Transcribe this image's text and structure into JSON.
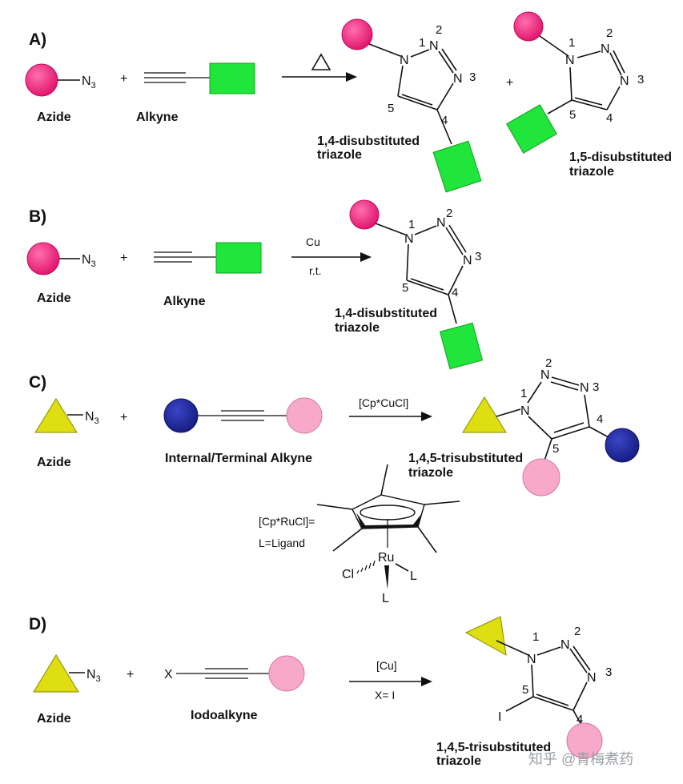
{
  "colors": {
    "magenta": "#ee1f79",
    "green": "#20e53a",
    "yellow": "#dede10",
    "navy": "#1c2496",
    "pink": "#f7a8cb",
    "ink": "#111111"
  },
  "sections": {
    "a": {
      "letter": "A)",
      "azide_label": "Azide",
      "alkyne_label": "Alkyne",
      "azide_group": "N3",
      "plus": "+",
      "product1_line1": "1,4-disubstituted",
      "product1_line2": "triazole",
      "product2_line1": "1,5-disubstituted",
      "product2_line2": "triazole",
      "ring_numbers": [
        "1",
        "2",
        "3",
        "4",
        "5"
      ]
    },
    "b": {
      "letter": "B)",
      "azide_label": "Azide",
      "alkyne_label": "Alkyne",
      "azide_group": "N3",
      "plus": "+",
      "cond_top": "Cu",
      "cond_bottom": "r.t.",
      "product_line1": "1,4-disubstituted",
      "product_line2": "triazole"
    },
    "c": {
      "letter": "C)",
      "azide_label": "Azide",
      "alkyne_label": "Internal/Terminal Alkyne",
      "azide_group": "N3",
      "plus": "+",
      "cond_top": "[Cp*CuCl]",
      "product_line1": "1,4,5-trisubstituted",
      "product_line2": "triazole",
      "catalyst_line1": "[Cp*RuCl]=",
      "catalyst_line2": "L=Ligand",
      "ru": "Ru",
      "cl": "Cl",
      "ligand": "L"
    },
    "d": {
      "letter": "D)",
      "azide_label": "Azide",
      "alkyne_label": "Iodoalkyne",
      "azide_group": "N3",
      "plus": "+",
      "x_atom": "X",
      "cond_top": "[Cu]",
      "cond_bottom": "X= I",
      "iodine": "I",
      "product_line1": "1,4,5-trisubstituted",
      "product_line2": "triazole"
    }
  },
  "atoms": {
    "n": "N"
  },
  "watermark": "知乎 @青梅煮药"
}
